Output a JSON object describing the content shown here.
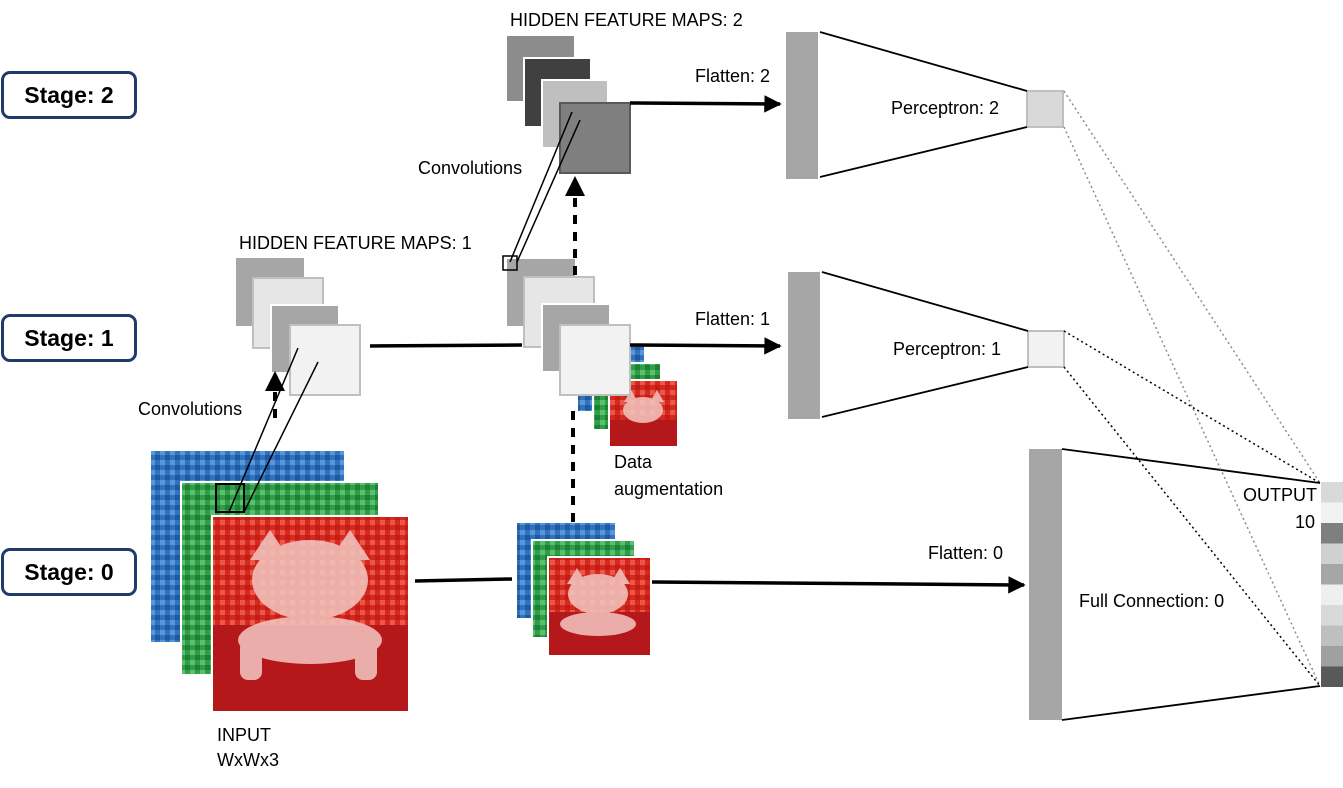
{
  "stages": [
    {
      "label": "Stage: 2"
    },
    {
      "label": "Stage: 1"
    },
    {
      "label": "Stage: 0"
    }
  ],
  "labels": {
    "hidden_maps_2": "HIDDEN FEATURE MAPS: 2",
    "hidden_maps_1": "HIDDEN FEATURE MAPS: 1",
    "convolutions_top": "Convolutions",
    "convolutions_bottom": "Convolutions",
    "flatten_2": "Flatten: 2",
    "flatten_1": "Flatten: 1",
    "flatten_0": "Flatten: 0",
    "perceptron_2": "Perceptron: 2",
    "perceptron_1": "Perceptron: 1",
    "full_connection_0": "Full Connection: 0",
    "data_augmentation_line1": "Data",
    "data_augmentation_line2": "augmentation",
    "input_line1": "INPUT",
    "input_line2": "WxWx3",
    "output_line1": "OUTPUT",
    "output_line2": "10"
  },
  "colors": {
    "stage_border": "#1f3a6b",
    "channel_red": "#d8281e",
    "channel_green": "#2e9e48",
    "channel_blue": "#2f72bf",
    "flatten_bar": "#a6a6a6"
  },
  "output_cells": [
    "#d9d9d9",
    "#f2f2f2",
    "#7f7f7f",
    "#d0d0d0",
    "#a6a6a6",
    "#efefef",
    "#d9d9d9",
    "#bfbfbf",
    "#a0a0a0",
    "#595959"
  ]
}
